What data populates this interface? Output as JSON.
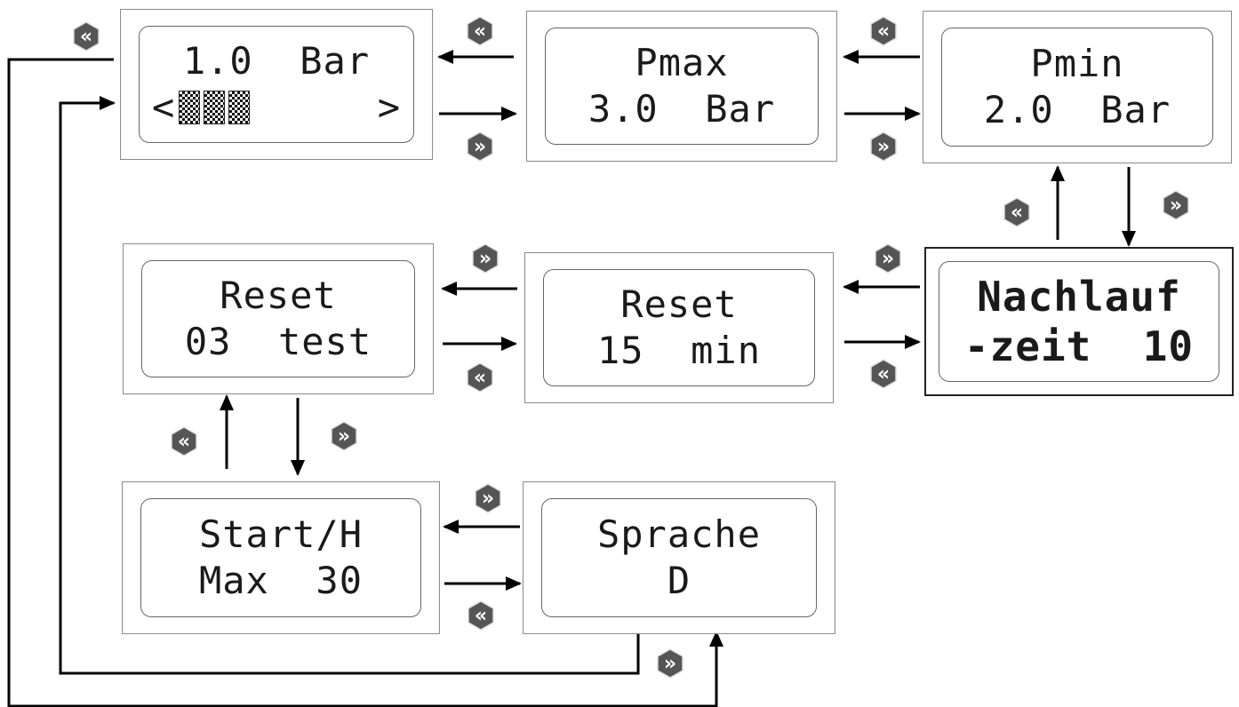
{
  "screens": {
    "pressure": {
      "line1": "1.0  Bar",
      "left_arrow": "<",
      "right_arrow": ">",
      "bar_level": "3 of 4"
    },
    "pmax": {
      "line1": "Pmax",
      "line2": "3.0  Bar"
    },
    "pmin": {
      "line1": "Pmin",
      "line2": "2.0  Bar"
    },
    "reset_test": {
      "line1": "Reset",
      "line2": "03  test"
    },
    "reset_min": {
      "line1": "Reset",
      "line2": "15  min"
    },
    "nachlauf": {
      "line1": "Nachlauf",
      "line2": "-zeit  10"
    },
    "start": {
      "line1": "Start/H",
      "line2": "Max  30"
    },
    "sprache": {
      "line1": "Sprache",
      "line2": "D"
    }
  },
  "badges": {
    "back": "«",
    "forward": "»"
  },
  "colors": {
    "badge_fill": "#555555",
    "line": "#000000",
    "frame": "#8a8a8a"
  }
}
